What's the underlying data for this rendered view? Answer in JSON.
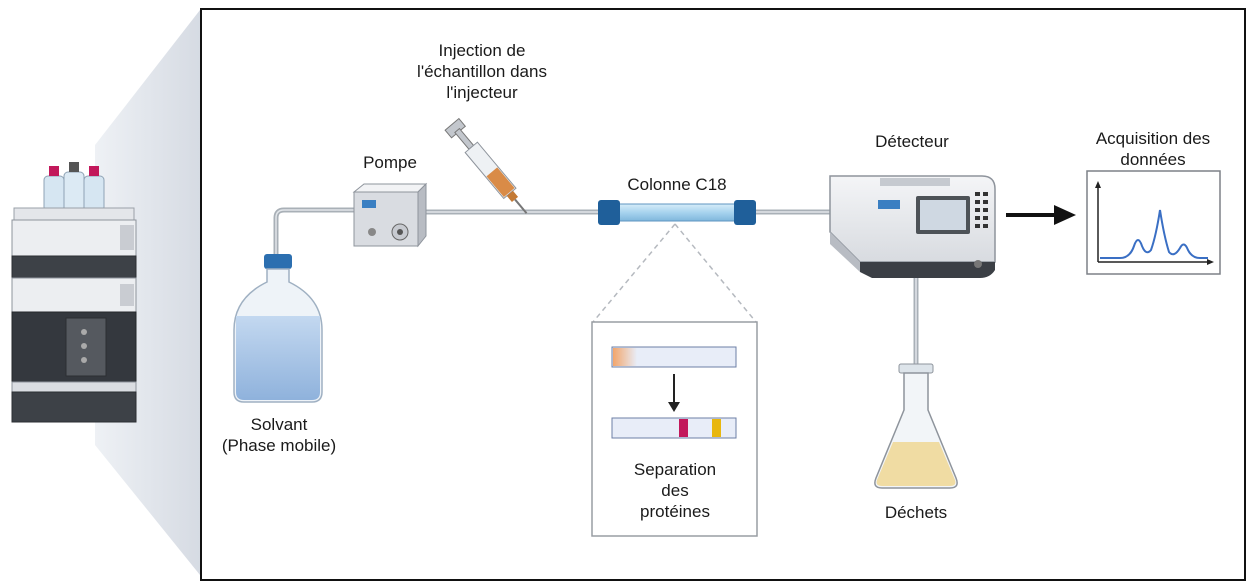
{
  "labels": {
    "injection": [
      "Injection de",
      "l'échantillon dans",
      "l'injecteur"
    ],
    "pump": "Pompe",
    "column": "Colonne C18",
    "detector": "Détecteur",
    "acquisition": [
      "Acquisition des",
      "données"
    ],
    "solvent": [
      "Solvant",
      "(Phase mobile)"
    ],
    "separation": [
      "Separation",
      "des",
      "protéines"
    ],
    "waste": "Déchets"
  },
  "colors": {
    "frame": "#111111",
    "tubing": "#a9b0b7",
    "column_cap": "#1f5f9a",
    "column_body": "#a7d3ee",
    "solvent_liquid": "#a9c6e6",
    "bottle_cap": "#2c6fb0",
    "syringe_fluid": "#d98b47",
    "waste_liquid": "#f0dca3",
    "band_orange": "#f2a56b",
    "band_magenta": "#c2185b",
    "band_yellow": "#e8b70f",
    "signal_line": "#3a6fc4",
    "projection_cone": "#e2e6ec"
  },
  "icons": [
    "hplc-system-icon",
    "solvent-bottle-icon",
    "pump-icon",
    "syringe-icon",
    "column-icon",
    "detector-icon",
    "waste-flask-icon",
    "chromatogram-icon"
  ]
}
